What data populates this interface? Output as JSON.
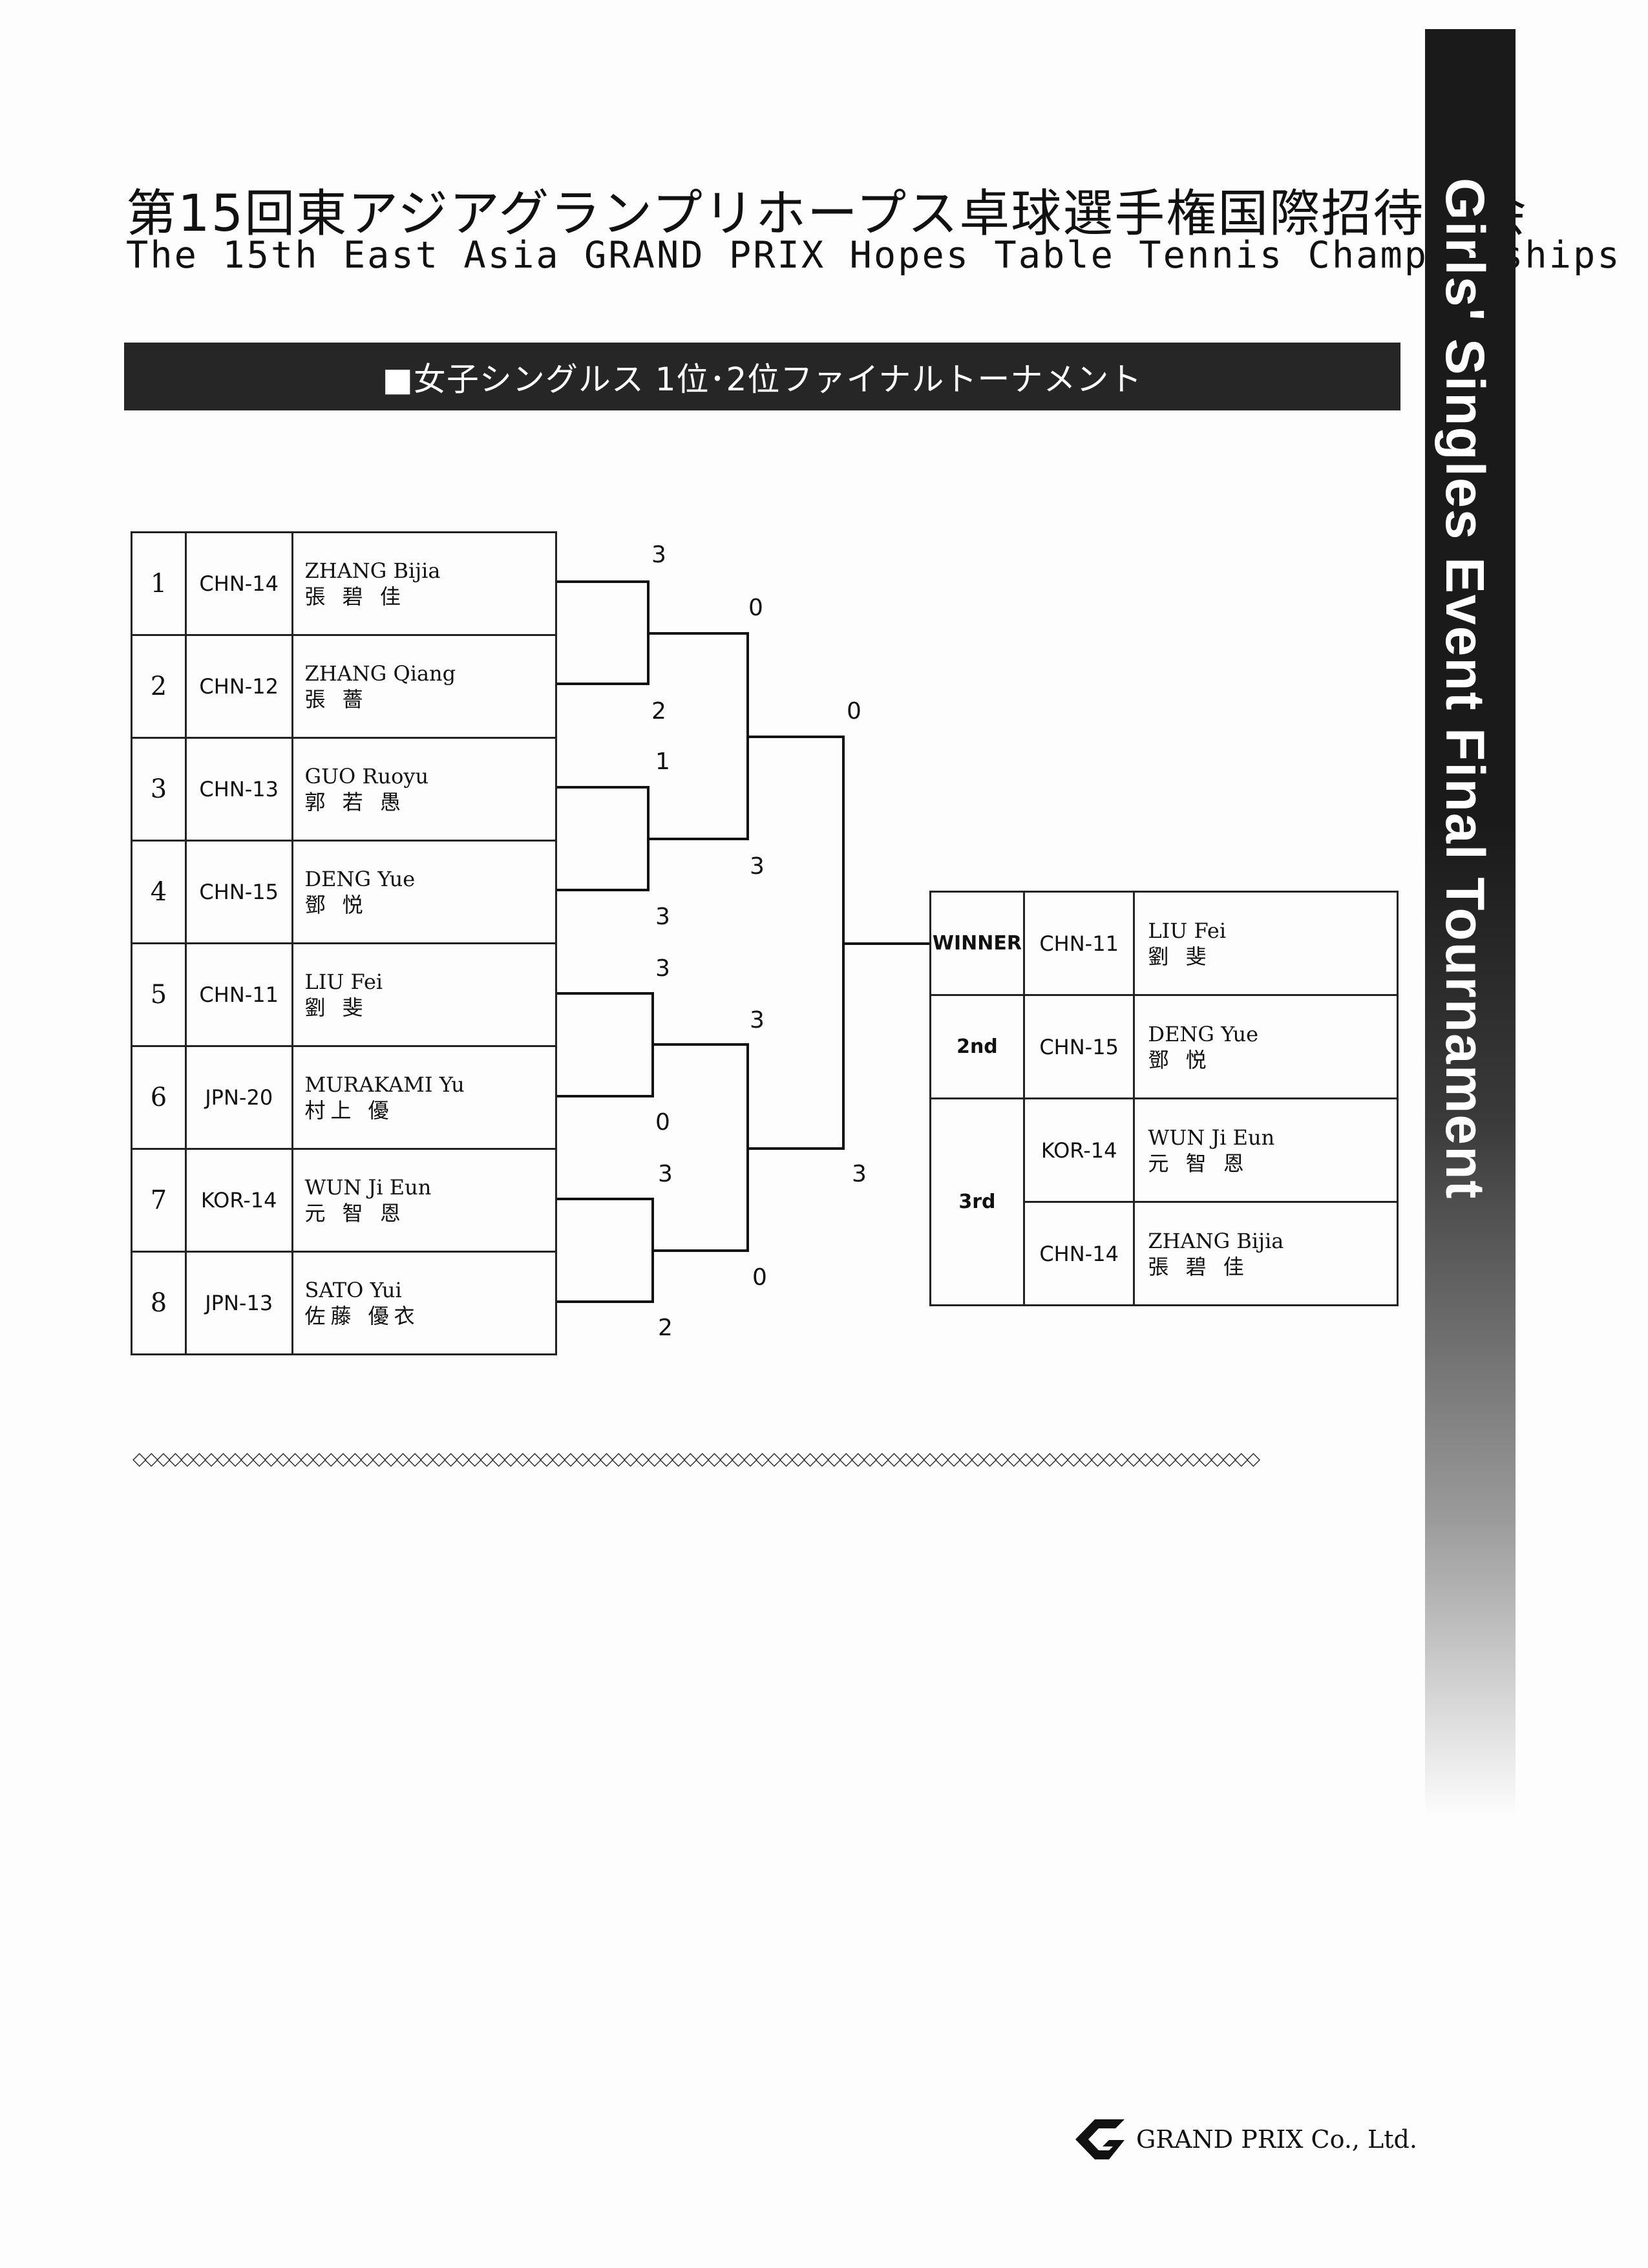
{
  "header": {
    "title_jp": "第15回東アジアグランプリホープス卓球選手権国際招待大会",
    "title_en": "The 15th East Asia GRAND PRIX Hopes Table Tennis Championships",
    "banner": "■女子シングルス 1位･2位ファイナルトーナメント",
    "side_label": "Girls' Singles Event Final Tournament"
  },
  "draw": [
    {
      "seed": "1",
      "code": "CHN-14",
      "name_en": "ZHANG Bijia",
      "name_jp": "張 碧 佳"
    },
    {
      "seed": "2",
      "code": "CHN-12",
      "name_en": "ZHANG Qiang",
      "name_jp": "張  薔"
    },
    {
      "seed": "3",
      "code": "CHN-13",
      "name_en": "GUO Ruoyu",
      "name_jp": "郭 若 愚"
    },
    {
      "seed": "4",
      "code": "CHN-15",
      "name_en": "DENG Yue",
      "name_jp": "鄧  悦"
    },
    {
      "seed": "5",
      "code": "CHN-11",
      "name_en": "LIU Fei",
      "name_jp": "劉  斐"
    },
    {
      "seed": "6",
      "code": "JPN-20",
      "name_en": "MURAKAMI Yu",
      "name_jp": "村上  優"
    },
    {
      "seed": "7",
      "code": "KOR-14",
      "name_en": "WUN Ji Eun",
      "name_jp": "元 智 恩"
    },
    {
      "seed": "8",
      "code": "JPN-13",
      "name_en": "SATO Yui",
      "name_jp": "佐藤 優衣"
    }
  ],
  "scores": {
    "r1": [
      "3",
      "2",
      "1",
      "3",
      "3",
      "0",
      "3",
      "2"
    ],
    "r2": [
      "0",
      "3",
      "3",
      "0"
    ],
    "sf": [
      "0",
      "3"
    ]
  },
  "results": {
    "winner_label": "WINNER",
    "winner_code": "CHN-11",
    "winner_name_en": "LIU Fei",
    "winner_name_jp": "劉  斐",
    "second_label": "2nd",
    "second_code": "CHN-15",
    "second_name_en": "DENG Yue",
    "second_name_jp": "鄧  悦",
    "third_label": "3rd",
    "third_a_code": "KOR-14",
    "third_a_name_en": "WUN Ji Eun",
    "third_a_name_jp": "元 智 恩",
    "third_b_code": "CHN-14",
    "third_b_name_en": "ZHANG Bijia",
    "third_b_name_jp": "張 碧 佳"
  },
  "footer": {
    "company": "GRAND PRIX Co., Ltd.",
    "logo_icon": "grand-prix-logo-icon"
  }
}
